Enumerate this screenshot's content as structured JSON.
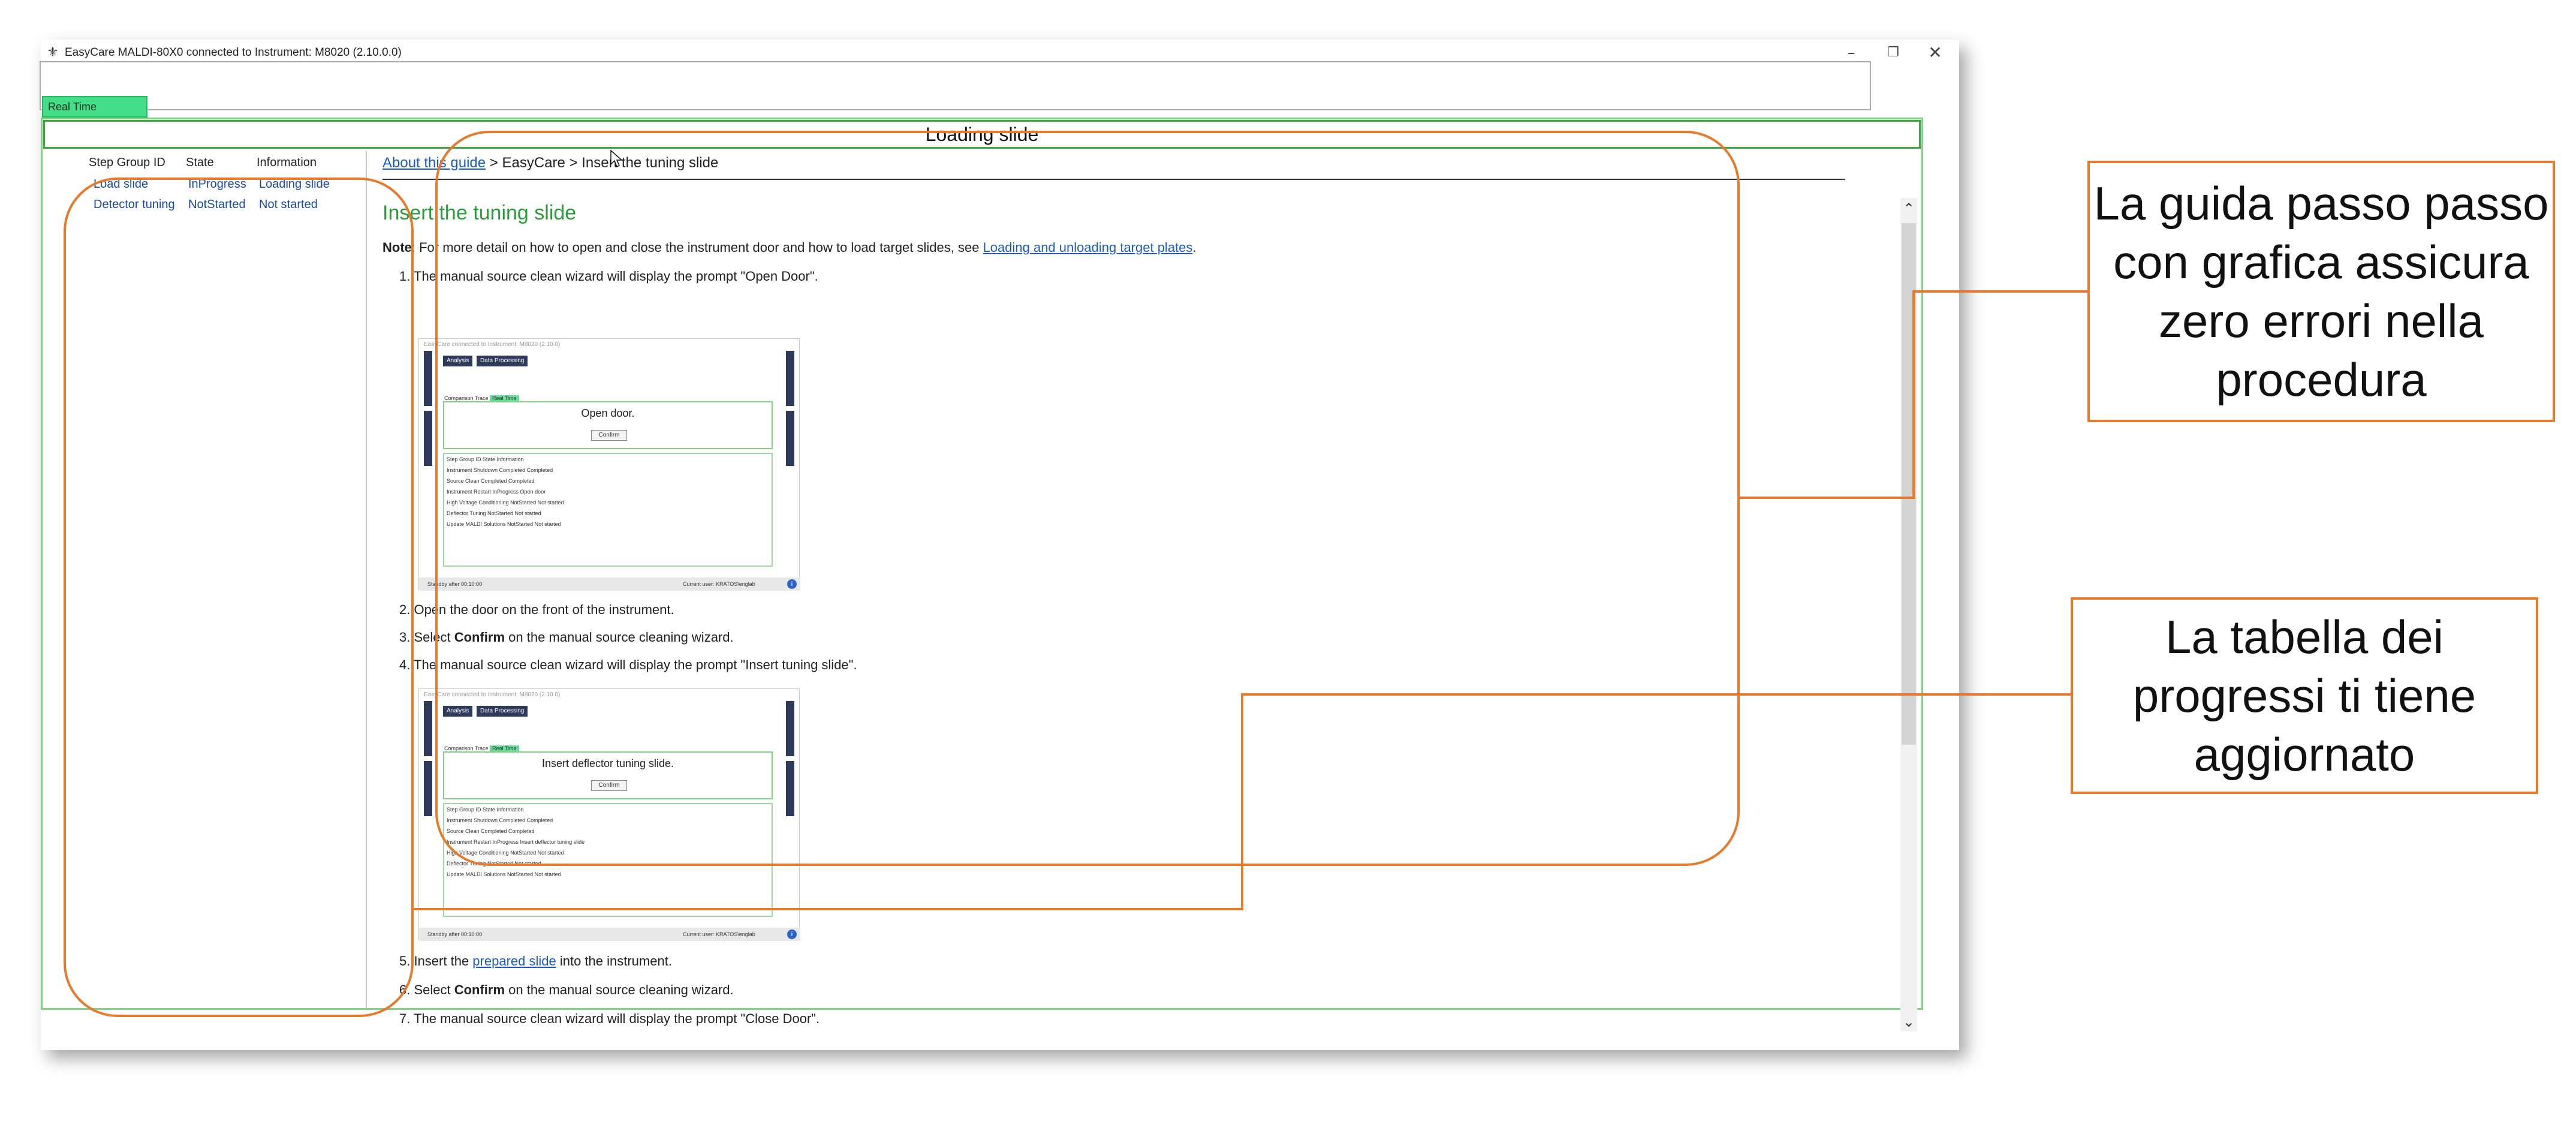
{
  "window": {
    "title": "EasyCare MALDI-80X0 connected to Instrument: M8020 (2.10.0.0)",
    "minimize": "–",
    "maximize": "❐",
    "close": "✕"
  },
  "tabs": {
    "realtime": "Real Time"
  },
  "header": {
    "title": "Loading slide"
  },
  "steps": {
    "columns": [
      "Step Group ID",
      "State",
      "Information"
    ],
    "rows": [
      {
        "id": "Load slide",
        "state": "InProgress",
        "info": "Loading slide"
      },
      {
        "id": "Detector tuning",
        "state": "NotStarted",
        "info": "Not started"
      }
    ]
  },
  "guide": {
    "breadcrumb_link": "About this guide",
    "breadcrumb_rest": " > EasyCare > Insert the tuning slide",
    "title": "Insert the tuning slide",
    "note_label": "Note",
    "note_text": ": For more detail on how to open and close the instrument door and how to load target slides, see ",
    "note_link": "Loading and unloading target plates",
    "note_end": ".",
    "step1": "1.  The manual source clean wizard will display the prompt \"Open Door\".",
    "step2": "2.  Open the door on the front of the instrument.",
    "step3_a": "3.  Select ",
    "step3_b": "Confirm",
    "step3_c": " on the manual source cleaning wizard.",
    "step4": "4.  The manual source clean wizard will display the prompt \"Insert tuning slide\".",
    "step5_a": "5.  Insert the ",
    "step5_link": "prepared slide",
    "step5_c": " into the instrument.",
    "step6_a": "6.  Select ",
    "step6_b": "Confirm",
    "step6_c": " on the manual source cleaning wizard.",
    "step7": "7.  The manual source clean wizard will display the prompt \"Close Door\"."
  },
  "mini1": {
    "title": "EasyCare connected to Instrument: M8020 (2.10.0)",
    "btn_analysis": "Analysis",
    "btn_processing": "Data Processing",
    "tabs_prefix": "Comparison  Trace  ",
    "tab_active": "Real Time",
    "prompt": "Open door.",
    "confirm": "Confirm",
    "header_row": "Step Group ID              State          Information",
    "rows": [
      "Instrument Shutdown       Completed    Completed",
      "Source Clean                   Completed    Completed",
      "Instrument Restart          InProgress    Open door",
      "High Voltage Conditioning  NotStarted   Not started",
      "Deflector Tuning              NotStarted   Not started",
      "Update MALDI Solutions    NotStarted   Not started"
    ],
    "status": "Standby after 00:10:00",
    "user": "Current user:   KRATOS\\englab",
    "info": "i"
  },
  "mini2": {
    "title": "EasyCare connected to Instrument: M8020 (2.10.0)",
    "btn_analysis": "Analysis",
    "btn_processing": "Data Processing",
    "tabs_prefix": "Comparison  Trace  ",
    "tab_active": "Real Time",
    "prompt": "Insert deflector tuning slide.",
    "confirm": "Confirm",
    "header_row": "Step Group ID              State          Information",
    "rows": [
      "Instrument Shutdown       Completed    Completed",
      "Source Clean                   Completed    Completed",
      "Instrument Restart          InProgress    Insert deflector tuning slide",
      "High Voltage Conditioning  NotStarted   Not started",
      "Deflector Tuning              NotStarted   Not started",
      "Update MALDI Solutions    NotStarted   Not started"
    ],
    "status": "Standby after 00:10:00",
    "user": "Current user:   KRATOS\\englab",
    "info": "i"
  },
  "callouts": {
    "guide": "La guida passo passo con grafica assicura zero errori nella procedura",
    "progress": "La tabella dei progressi ti tiene aggiornato"
  },
  "colors": {
    "accent_orange": "#e87a2c",
    "tab_green": "#44dd88",
    "title_green": "#2a9c3a",
    "link_blue": "#1a5bbf",
    "mini_navy": "#2d3a5c"
  }
}
